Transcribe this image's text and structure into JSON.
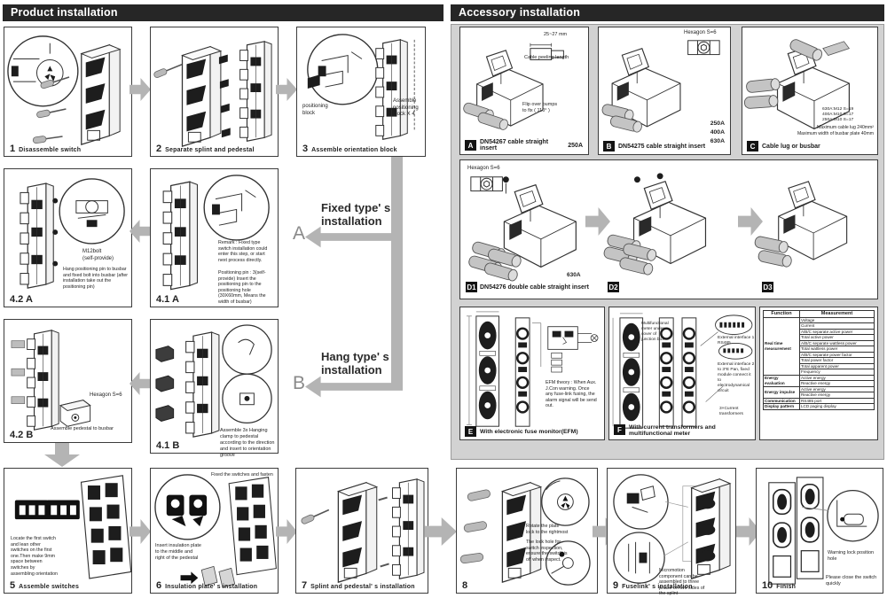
{
  "colors": {
    "header_bg": "#262626",
    "accessory_bg": "#d2d2d2",
    "arrow_gray": "#b4b4b4",
    "line": "#333333",
    "dark_fill": "#1d1d1d"
  },
  "product": {
    "header": "Product installation",
    "branch": {
      "fixed_tag": "A",
      "fixed_label": "Fixed type' s\ninstallation",
      "hang_tag": "B",
      "hang_label": "Hang type' s\ninstallation"
    },
    "panels": {
      "p1": {
        "num": "1",
        "label": "Disassemble switch"
      },
      "p2": {
        "num": "2",
        "label": "Separate splint and pedestal"
      },
      "p3": {
        "num": "3",
        "label": "Assemble orientation block",
        "note_left": "positioning\nblock",
        "note_right": "Assemble\npositioning\nblock X 4"
      },
      "p42a": {
        "num": "4.2 A",
        "note1": "M12bolt\n(self-provide)",
        "note2": "Hang positioning pin to busbar and fixed bolt into busbar (after installation take out the positioning pin)"
      },
      "p41a": {
        "num": "4.1 A",
        "note1": "Remark : Fixed type switch installation could enter this step, or start next process directly.",
        "note2": "Positioning pin : 3(self-provide) Insert the positioning pin to the positioning hole (30X60mm, Means the width of busbar)"
      },
      "p42b": {
        "num": "4.2 B",
        "note1": "Hexagon S=6",
        "note2": "Assemble pedestal to busbar"
      },
      "p41b": {
        "num": "4.1 B",
        "note1": "Assemble 3x Hanging clamp to pedestal according to the direction and insert to orientation groove"
      },
      "p5": {
        "num": "5",
        "label": "Assemble switches",
        "note1": "Locate the first switch and lean other switches on the first one.Then make 9mm space between switches by assembling orientation"
      },
      "p6": {
        "num": "6",
        "label": "Insulation plate' s installation",
        "note_top": "Fixed the switches and fasten",
        "note1": "Insert insulation plate to the middle and right of the pedestal"
      },
      "p7": {
        "num": "7",
        "label": "Splint and pedestal' s installation"
      },
      "p8": {
        "num": "8",
        "note1": "Rotate the plate lock to the rightmost",
        "note2": "The lock hole for switch inspection, ensure the switch is off when inspect."
      },
      "p9": {
        "num": "9",
        "label": "Fuselink' s installation",
        "note1": "Micromotion component can be assembled to three phase on two sides of the splint"
      },
      "p10": {
        "num": "10",
        "label": "Finish",
        "note1": "Warning lock position hole",
        "note2": "Please close the switch quickly"
      }
    }
  },
  "accessory": {
    "header": "Accessory installation",
    "panels": {
      "a": {
        "tag": "A",
        "label": "DN54267 cable straight insert",
        "rating": "250A",
        "dim": "25~27 mm",
        "peel": "Cable peeling length",
        "flip": "Flip over bumps\nto fix ( 110° )"
      },
      "b": {
        "tag": "B",
        "label": "DN54275 cable straight insert",
        "tool": "Hexagon S=6",
        "r1": "250A",
        "r2": "400A",
        "r3": "630A"
      },
      "c": {
        "tag": "C",
        "label": "Cable lug or busbar",
        "specs": "630A:M12 S=19\n400A:M10 S=17\n250A:M10 S=17",
        "note1": "Maximum cable lug 240mm²",
        "note2": "Maximum width of busbar plate 40mm"
      },
      "d1": {
        "tag": "D1",
        "label": "DN54276 double cable straight insert",
        "tool": "Hexagon S=6",
        "rating": "630A"
      },
      "d2": {
        "tag": "D2"
      },
      "d3": {
        "tag": "D3"
      },
      "e": {
        "tag": "E",
        "label": "With electronic fuse monitor(EFM)",
        "note1": "EFM theory : When Aux. J.Con warning. Once any fuse-link fusing, the alarm signal will be send out."
      },
      "f": {
        "tag": "F",
        "label": "With current transformers and\nmultifunctional meter",
        "n1": "External interface 1\nRS485",
        "n2": "External interface 2\nto 3*E Pan, fixed\nmodule connect it to\nelectrodynamical\ncircuit",
        "n3": "3×Current\ntransformers",
        "n4": "Multifunctional\nmeter under\ncover of\njunction box"
      }
    },
    "table": {
      "h_function": "Function",
      "h_measurement": "Measurement",
      "f1": "Real time\nmeasurement",
      "rt": [
        "Voltage",
        "Current",
        "A/B/C separate active power",
        "Total active power",
        "A/B/C separate wattless power",
        "Total wattless power",
        "A/B/C separate power factor",
        "Total power factor",
        "Total apparent power",
        "Frequency"
      ],
      "f2": "Energy\nevaluation",
      "ev": [
        "Active energy",
        "Reactive energy"
      ],
      "f3": "Energy impulse",
      "im": [
        "Active energy",
        "Reactive energy"
      ],
      "f4": "Communication",
      "cm": "RS485 port",
      "f5": "Display pattern",
      "dp": "LCD paging display"
    }
  }
}
